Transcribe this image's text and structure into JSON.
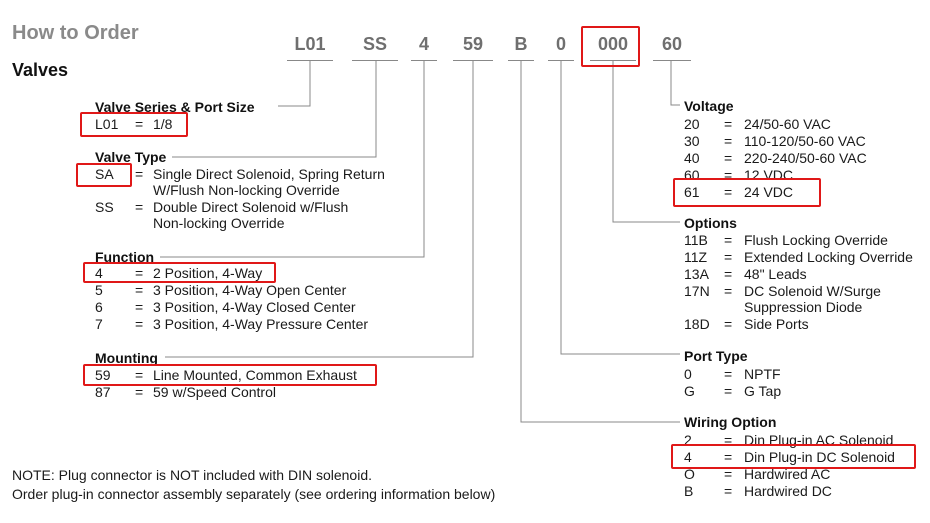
{
  "header": {
    "title": "How to Order",
    "subtitle": "Valves"
  },
  "part_number": [
    "L01",
    "SS",
    "4",
    "59",
    "B",
    "0",
    "000",
    "60"
  ],
  "sections": {
    "valve_series": {
      "title": "Valve Series & Port Size",
      "rows": [
        {
          "code": "L01",
          "desc": "1/8"
        }
      ]
    },
    "valve_type": {
      "title": "Valve Type",
      "rows": [
        {
          "code": "SA",
          "desc": "Single Direct Solenoid, Spring Return",
          "desc2": "W/Flush Non-locking Override"
        },
        {
          "code": "SS",
          "desc": "Double Direct Solenoid w/Flush",
          "desc2": "Non-locking Override"
        }
      ]
    },
    "function": {
      "title": "Function",
      "rows": [
        {
          "code": "4",
          "desc": "2 Position, 4-Way"
        },
        {
          "code": "5",
          "desc": "3 Position, 4-Way Open Center"
        },
        {
          "code": "6",
          "desc": "3 Position, 4-Way Closed Center"
        },
        {
          "code": "7",
          "desc": "3 Position, 4-Way Pressure Center"
        }
      ]
    },
    "mounting": {
      "title": "Mounting",
      "rows": [
        {
          "code": "59",
          "desc": "Line Mounted, Common Exhaust"
        },
        {
          "code": "87",
          "desc": "59 w/Speed Control"
        }
      ]
    },
    "voltage": {
      "title": "Voltage",
      "rows": [
        {
          "code": "20",
          "desc": "24/50-60 VAC"
        },
        {
          "code": "30",
          "desc": "110-120/50-60 VAC"
        },
        {
          "code": "40",
          "desc": "220-240/50-60 VAC"
        },
        {
          "code": "60",
          "desc": "12 VDC"
        },
        {
          "code": "61",
          "desc": "24 VDC"
        }
      ]
    },
    "options": {
      "title": "Options",
      "rows": [
        {
          "code": "11B",
          "desc": "Flush Locking Override"
        },
        {
          "code": "11Z",
          "desc": "Extended Locking Override"
        },
        {
          "code": "13A",
          "desc": "48\" Leads"
        },
        {
          "code": "17N",
          "desc": "DC Solenoid W/Surge",
          "desc2": "Suppression Diode"
        },
        {
          "code": "18D",
          "desc": "Side Ports"
        }
      ]
    },
    "port_type": {
      "title": "Port Type",
      "rows": [
        {
          "code": "0",
          "desc": "NPTF"
        },
        {
          "code": "G",
          "desc": "G Tap"
        }
      ]
    },
    "wiring": {
      "title": "Wiring Option",
      "rows": [
        {
          "code": "2",
          "desc": "Din Plug-in AC Solenoid"
        },
        {
          "code": "4",
          "desc": "Din Plug-in DC Solenoid"
        },
        {
          "code": "O",
          "desc": "Hardwired AC"
        },
        {
          "code": "B",
          "desc": "Hardwired DC"
        }
      ]
    }
  },
  "equals": "=",
  "note": {
    "line1": "NOTE: Plug connector is NOT included with DIN solenoid.",
    "line2": "Order plug-in connector assembly separately (see ordering information below)"
  },
  "colors": {
    "highlight": "#e01818",
    "code_text": "#6f6f6f",
    "heading_gray": "#8a8a8a"
  }
}
